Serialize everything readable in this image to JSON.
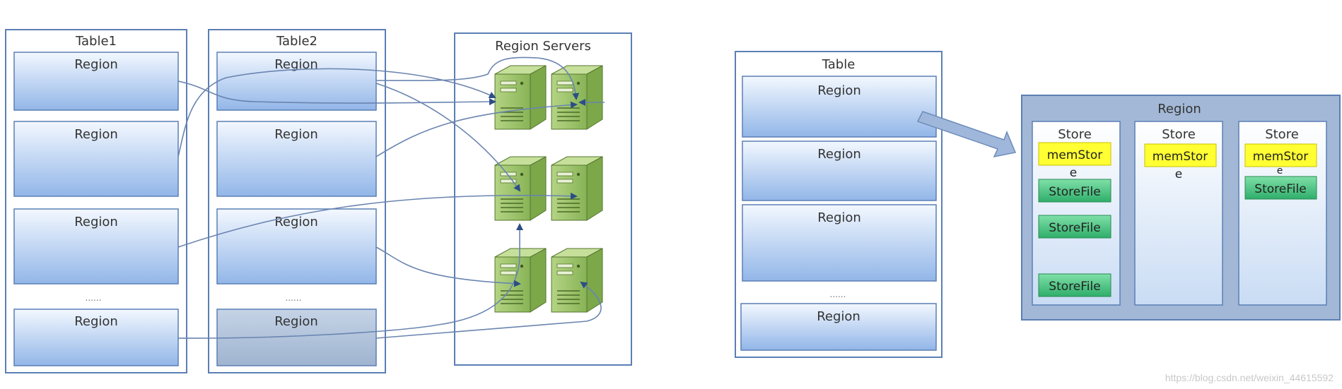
{
  "left_diagram": {
    "table1": {
      "title": "Table1",
      "regions": [
        "Region",
        "Region",
        "Region",
        "Region"
      ],
      "ellipsis": "......"
    },
    "table2": {
      "title": "Table2",
      "regions": [
        "Region",
        "Region",
        "Region",
        "Region"
      ],
      "ellipsis": "......"
    },
    "servers": {
      "title": "Region Servers"
    }
  },
  "right_diagram": {
    "table": {
      "title": "Table",
      "regions": [
        "Region",
        "Region",
        "Region",
        "Region"
      ],
      "ellipsis": "......"
    },
    "region_detail": {
      "title": "Region",
      "stores": [
        {
          "title": "Store",
          "memstore_a": "memStor",
          "memstore_b": "e",
          "storefiles": [
            "StoreFile",
            "StoreFile",
            "StoreFile"
          ]
        },
        {
          "title": "Store",
          "memstore_a": "memStor",
          "memstore_b": "e",
          "storefiles": []
        },
        {
          "title": "Store",
          "memstore_a": "memStor",
          "memstore_b": "e",
          "storefiles": [
            "StoreFile"
          ]
        }
      ]
    }
  },
  "watermark": "https://blog.csdn.net/weixin_44615592",
  "colors": {
    "region_top": "#f2f7ff",
    "region_bottom": "#8fb4e6",
    "border": "#5b7fb5",
    "memstore": "#ffff33",
    "storefile": "#3ec07a",
    "server": "#9cc36b"
  }
}
